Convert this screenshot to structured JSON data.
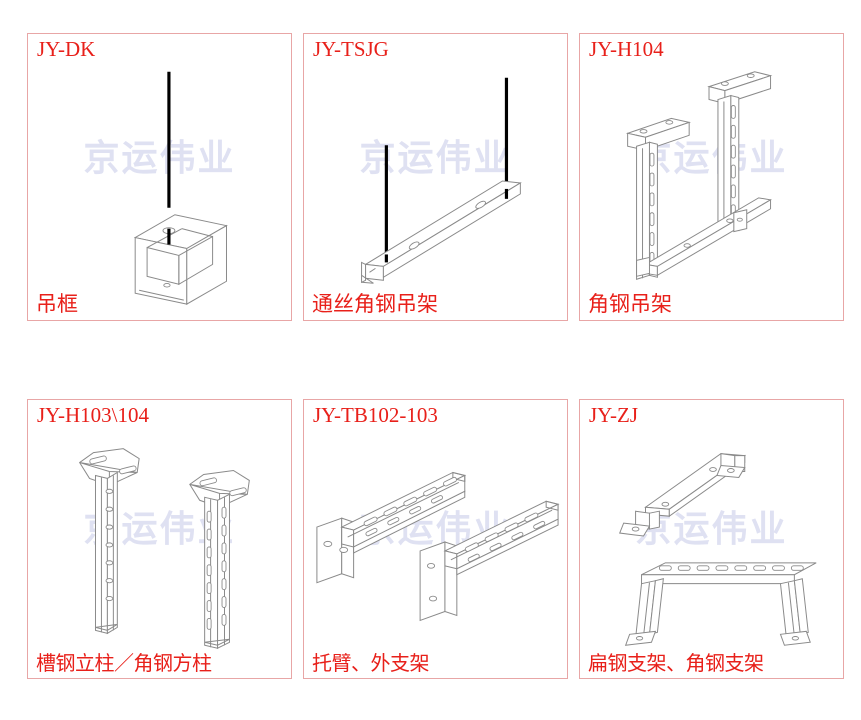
{
  "page": {
    "watermark_text": "京运伟业",
    "accent_color": "#e8201a",
    "border_color": "#e8a6a6",
    "watermark_color": "#dfe1f2",
    "line_color": "#8a8a8a"
  },
  "panels": [
    {
      "code": "JY-DK",
      "name": "吊框",
      "drawing": "hanging-frame-with-threaded-rod"
    },
    {
      "code": "JY-TSJG",
      "name": "通丝角钢吊架",
      "drawing": "angle-steel-hanger-with-two-threaded-rods"
    },
    {
      "code": "JY-H104",
      "name": "角钢吊架",
      "drawing": "angle-steel-ceiling-hanger-assembly"
    },
    {
      "code": "JY-H103\\104",
      "name": "槽钢立柱／角钢方柱",
      "drawing": "channel-steel-column-and-angle-steel-square-column"
    },
    {
      "code": "JY-TB102-103",
      "name": "托臂、外支架",
      "drawing": "cantilever-arm-and-outer-bracket"
    },
    {
      "code": "JY-ZJ",
      "name": "扁钢支架、角钢支架",
      "drawing": "flat-steel-bracket-and-angle-steel-bracket"
    }
  ]
}
